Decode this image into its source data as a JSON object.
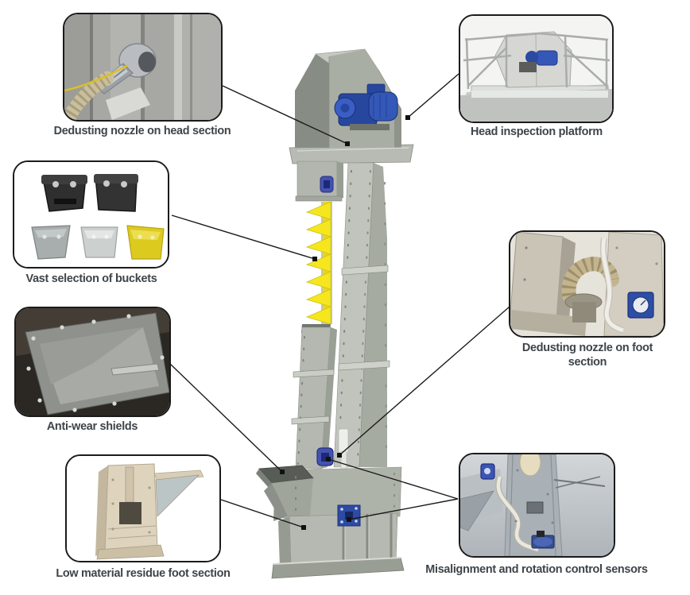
{
  "diagram": {
    "subject": "bucket-elevator-features",
    "background": "#ffffff"
  },
  "colors": {
    "steel": "#b4b8b0",
    "steel_dark": "#8f948b",
    "bucket_yellow": "#f6e61e",
    "motor_blue": "#2d4ba4",
    "connector_line": "#1a1a1a",
    "caption_text": "#3e444a",
    "callout_border": "#1b1b1b"
  },
  "callouts": [
    {
      "id": "dedusting-head",
      "label": "Dedusting nozzle on head section"
    },
    {
      "id": "head-platform",
      "label": "Head inspection platform"
    },
    {
      "id": "buckets",
      "label": "Vast selection of buckets"
    },
    {
      "id": "anti-wear",
      "label": "Anti-wear shields"
    },
    {
      "id": "foot-residue",
      "label": "Low material residue foot section"
    },
    {
      "id": "dedusting-foot",
      "label": "Dedusting nozzle on foot section"
    },
    {
      "id": "sensors",
      "label": "Misalignment and rotation control sensors"
    }
  ]
}
